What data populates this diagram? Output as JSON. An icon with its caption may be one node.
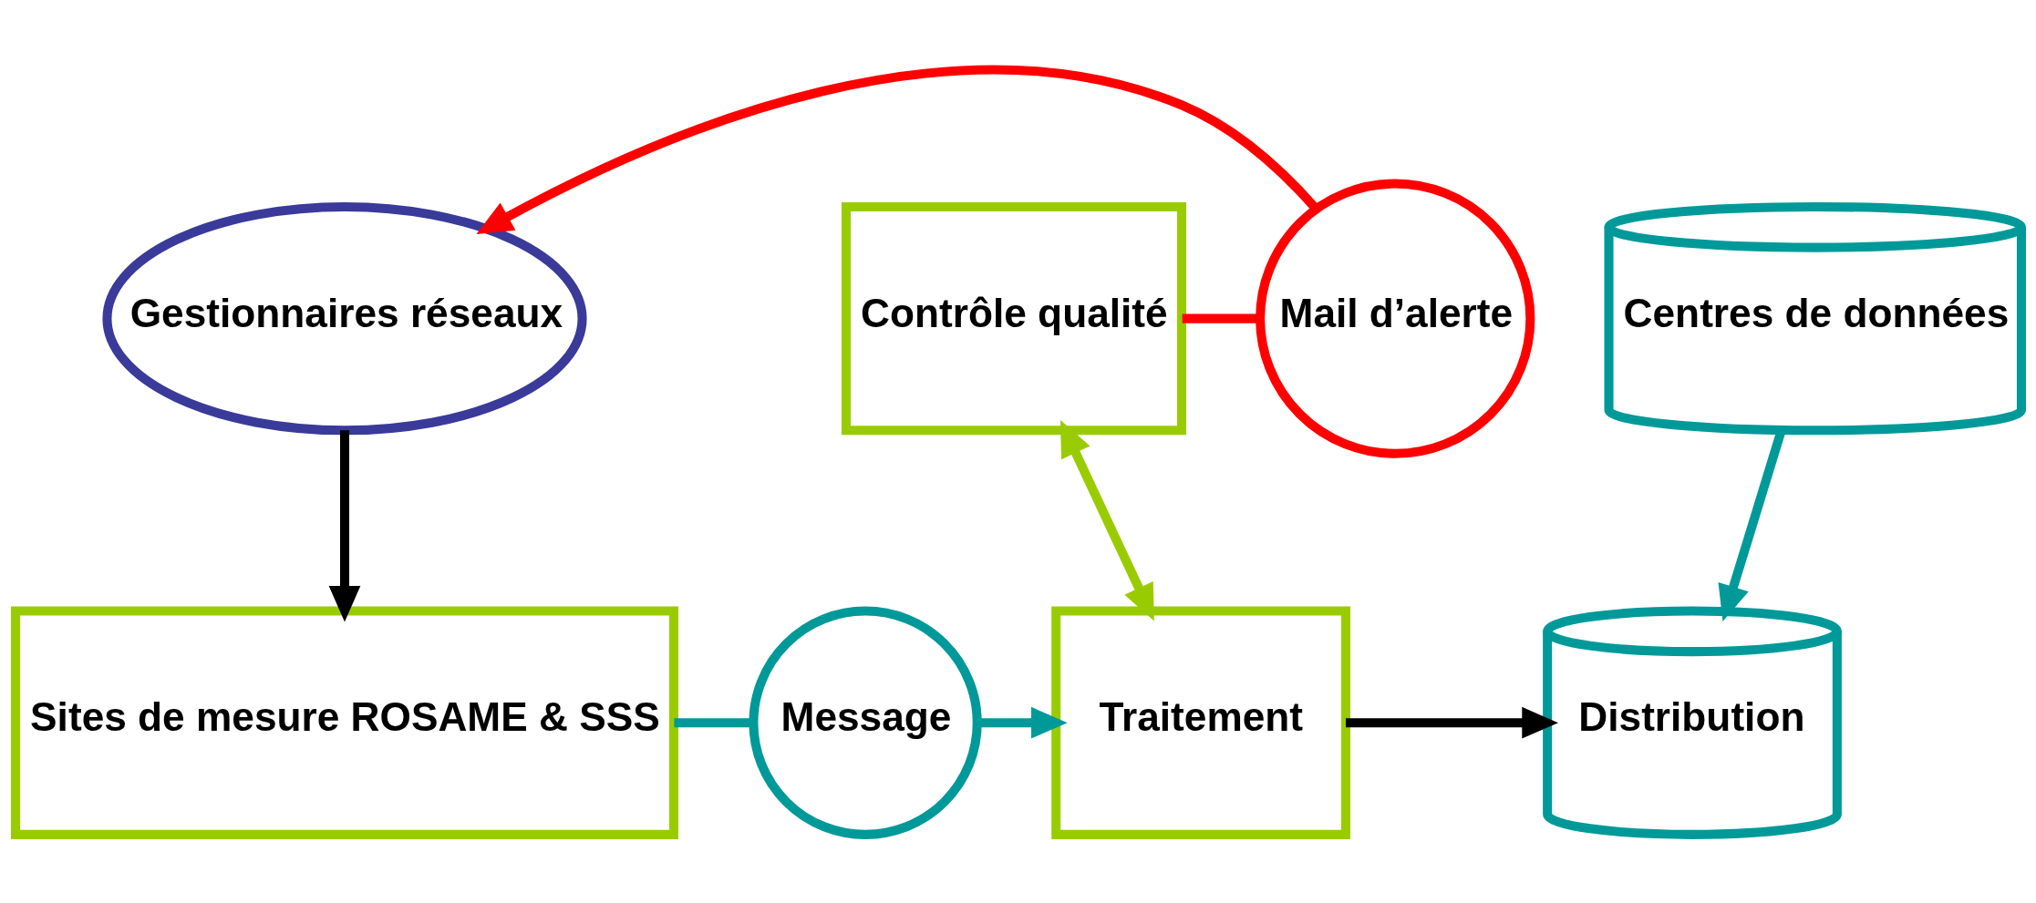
{
  "diagram": {
    "nodes": [
      {
        "text": [
          "Gestionnaires réseaux"
        ]
      },
      {
        "text": [
          "Mail d’alerte"
        ]
      },
      {
        "text": [
          "Contrôle qualité"
        ]
      },
      {
        "text": [
          "Centres de données"
        ]
      },
      {
        "text": [
          "Sites de mesure ROSAME & SSS"
        ]
      },
      {
        "text": [
          "Message"
        ]
      },
      {
        "text": [
          "Traitement"
        ]
      },
      {
        "text": [
          "Distribution"
        ]
      }
    ],
    "edges": [
      {
        "from": 2,
        "to": 1,
        "arrow": "none",
        "color": "#ff0000"
      },
      {
        "from": 1,
        "to": 0,
        "arrow": "to",
        "color": "#ff0000"
      },
      {
        "from": 0,
        "to": 4,
        "arrow": "to",
        "color": "#000000"
      },
      {
        "from": 2,
        "to": 6,
        "arrow": "both",
        "color": "#99cc00"
      },
      {
        "from": 3,
        "to": 7,
        "arrow": "to",
        "color": "#009999"
      },
      {
        "from": 4,
        "to": 5,
        "arrow": "none",
        "color": "#009999"
      },
      {
        "from": 5,
        "to": 6,
        "arrow": "to",
        "color": "#009999"
      },
      {
        "from": 6,
        "to": 7,
        "arrow": "to",
        "color": "#000000"
      }
    ]
  }
}
